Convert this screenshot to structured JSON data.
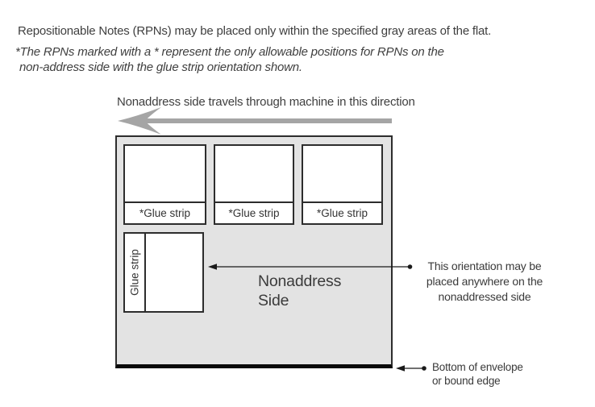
{
  "intro": {
    "heading": "Repositionable Notes (RPNs) may be placed only within the specified gray areas of the flat.",
    "note_line1": "*The RPNs marked with a * represent the only allowable positions for RPNs on the",
    "note_line2": "non-address side with the glue strip orientation shown."
  },
  "machine_direction": {
    "label": "Nonaddress side travels through machine in this direction"
  },
  "flat": {
    "side_label": "Nonaddress\nSide",
    "glue_strip_boxes": [
      "*Glue strip",
      "*Glue strip",
      "*Glue strip"
    ],
    "vertical_glue_strip_label": "Glue strip"
  },
  "annotations": {
    "orientation_line1": "This orientation may be",
    "orientation_line2": "placed anywhere on the",
    "orientation_line3": "nonaddressed side",
    "bottom_line1": "Bottom of envelope",
    "bottom_line2": "or bound edge"
  },
  "colors": {
    "flat_fill": "#e3e3e3",
    "outline": "#2d2d2d",
    "direction_arrow_gray": "#a5a5a5",
    "bottom_edge_black": "#0a0a0a",
    "text": "#3f3f3f"
  }
}
